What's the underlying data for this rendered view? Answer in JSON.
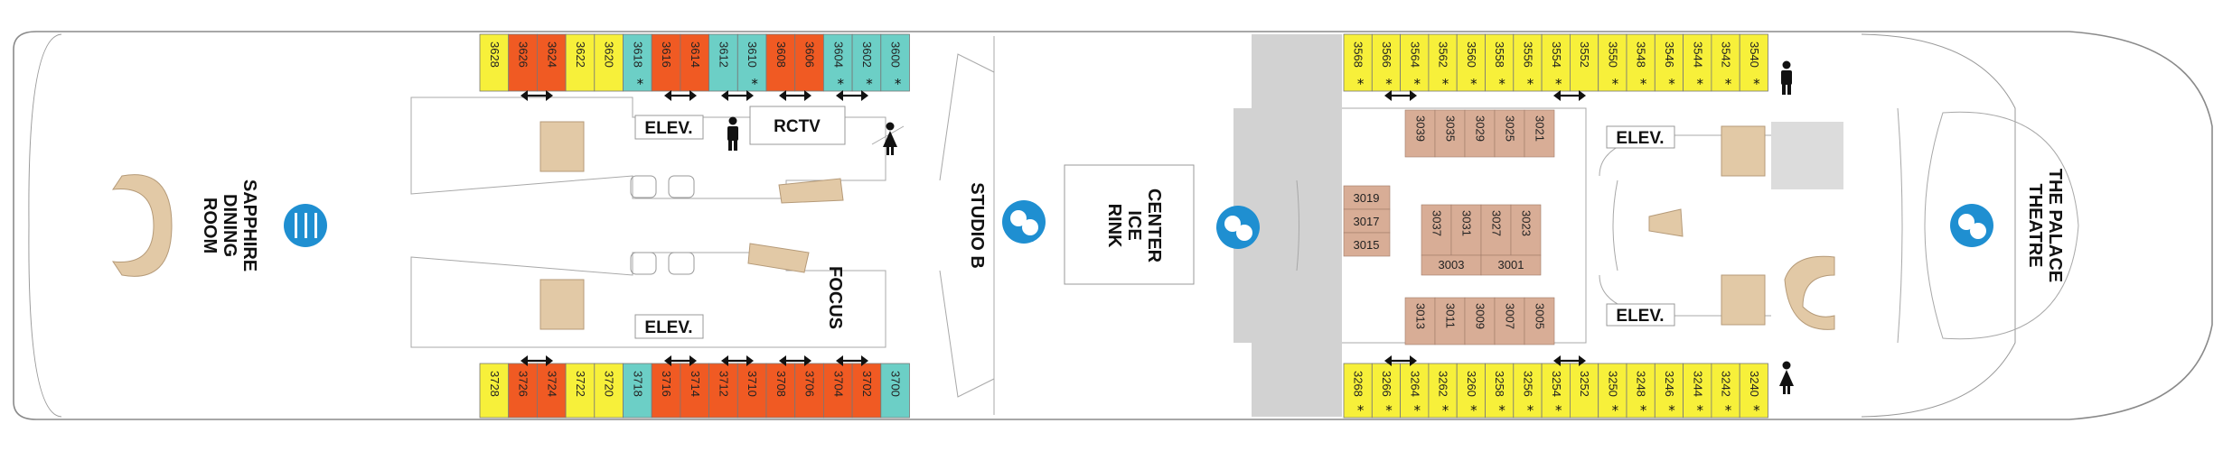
{
  "colors": {
    "yellow": "#f7f03a",
    "orange": "#f05a23",
    "red": "#e0352b",
    "teal": "#6ccfc6",
    "interior": "#d8ad96",
    "gray": "#d2d2d2",
    "accent_icon": "#1f8fd1"
  },
  "cabin_colors": {
    "3628": "yellow",
    "3626": "orange",
    "3624": "orange",
    "3622": "yellow",
    "3620": "yellow",
    "3618": "teal",
    "3616": "orange",
    "3614": "orange",
    "3612": "teal",
    "3610": "teal",
    "3608": "orange",
    "3606": "orange",
    "3604": "teal",
    "3602": "teal",
    "3600": "teal",
    "3728": "yellow",
    "3726": "orange",
    "3724": "orange",
    "3722": "yellow",
    "3720": "yellow",
    "3718": "teal",
    "3716": "orange",
    "3714": "orange",
    "3712": "orange",
    "3710": "orange",
    "3708": "orange",
    "3706": "orange",
    "3704": "orange",
    "3702": "orange",
    "3700": "teal"
  },
  "aft_top": [
    "3628",
    "3626",
    "3624",
    "3622",
    "3620",
    "3618",
    "3616",
    "3614",
    "3612",
    "3610",
    "3608",
    "3606",
    "3604",
    "3602",
    "3600"
  ],
  "aft_top_access": [
    "3618",
    "3610",
    "3604",
    "3602",
    "3600"
  ],
  "aft_bottom": [
    "3728",
    "3726",
    "3724",
    "3722",
    "3720",
    "3718",
    "3716",
    "3714",
    "3712",
    "3710",
    "3708",
    "3706",
    "3704",
    "3702",
    "3700"
  ],
  "fwd_top": [
    "3568",
    "3566",
    "3564",
    "3562",
    "3560",
    "3558",
    "3556",
    "3554",
    "3552",
    "3550",
    "3548",
    "3546",
    "3544",
    "3542",
    "3540"
  ],
  "fwd_top_access": [
    "3568",
    "3566",
    "3564",
    "3562",
    "3560",
    "3558",
    "3556",
    "3554",
    "3550",
    "3548",
    "3546",
    "3544",
    "3542",
    "3540"
  ],
  "fwd_bottom": [
    "3268",
    "3266",
    "3264",
    "3262",
    "3260",
    "3258",
    "3256",
    "3254",
    "3252",
    "3250",
    "3248",
    "3246",
    "3244",
    "3242",
    "3240"
  ],
  "fwd_bottom_access": [
    "3268",
    "3266",
    "3264",
    "3262",
    "3260",
    "3258",
    "3256",
    "3254",
    "3250",
    "3248",
    "3246",
    "3244",
    "3242",
    "3240"
  ],
  "interior_block_top": [
    "3039",
    "3035",
    "3029",
    "3025",
    "3021"
  ],
  "interior_block_left": [
    "3019",
    "3017",
    "3015"
  ],
  "interior_block_center": [
    "3037",
    "3031",
    "3027",
    "3023"
  ],
  "interior_block_center_bottom": [
    "3003",
    "3001"
  ],
  "interior_block_bottom": [
    "3013",
    "3011",
    "3009",
    "3007",
    "3005"
  ],
  "venues": {
    "dining": [
      "SAPPHIRE",
      "DINING",
      "ROOM"
    ],
    "studio": [
      "STUDIO B"
    ],
    "rink": [
      "CENTER",
      "ICE",
      "RINK"
    ],
    "theatre": [
      "THE PALACE",
      "THEATRE"
    ],
    "focus": "FOCUS",
    "rctv": "RCTV"
  },
  "elevators": [
    "ELEV.",
    "ELEV.",
    "ELEV.",
    "ELEV."
  ],
  "glyphs": {
    "accessible": "*",
    "connecting": "↔"
  }
}
